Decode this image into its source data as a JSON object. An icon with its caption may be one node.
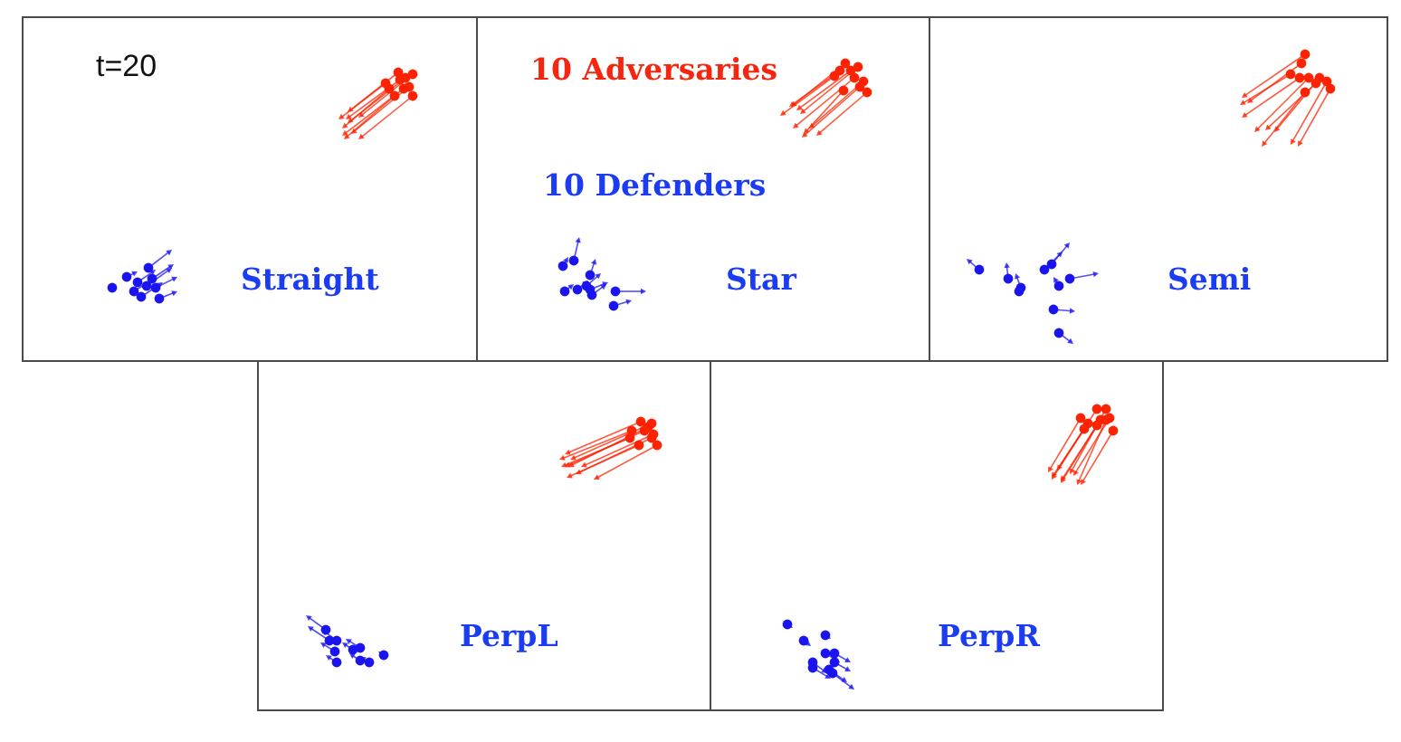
{
  "diagram": {
    "nodes": [
      {
        "text": [
          "t=20",
          "Straight"
        ]
      },
      {
        "text": [
          "10 Adversaries",
          "10 Defenders",
          "Star"
        ]
      },
      {
        "text": [
          "Semi"
        ]
      },
      {
        "text": [
          "PerpL"
        ]
      },
      {
        "text": [
          "PerpR"
        ]
      }
    ]
  }
}
